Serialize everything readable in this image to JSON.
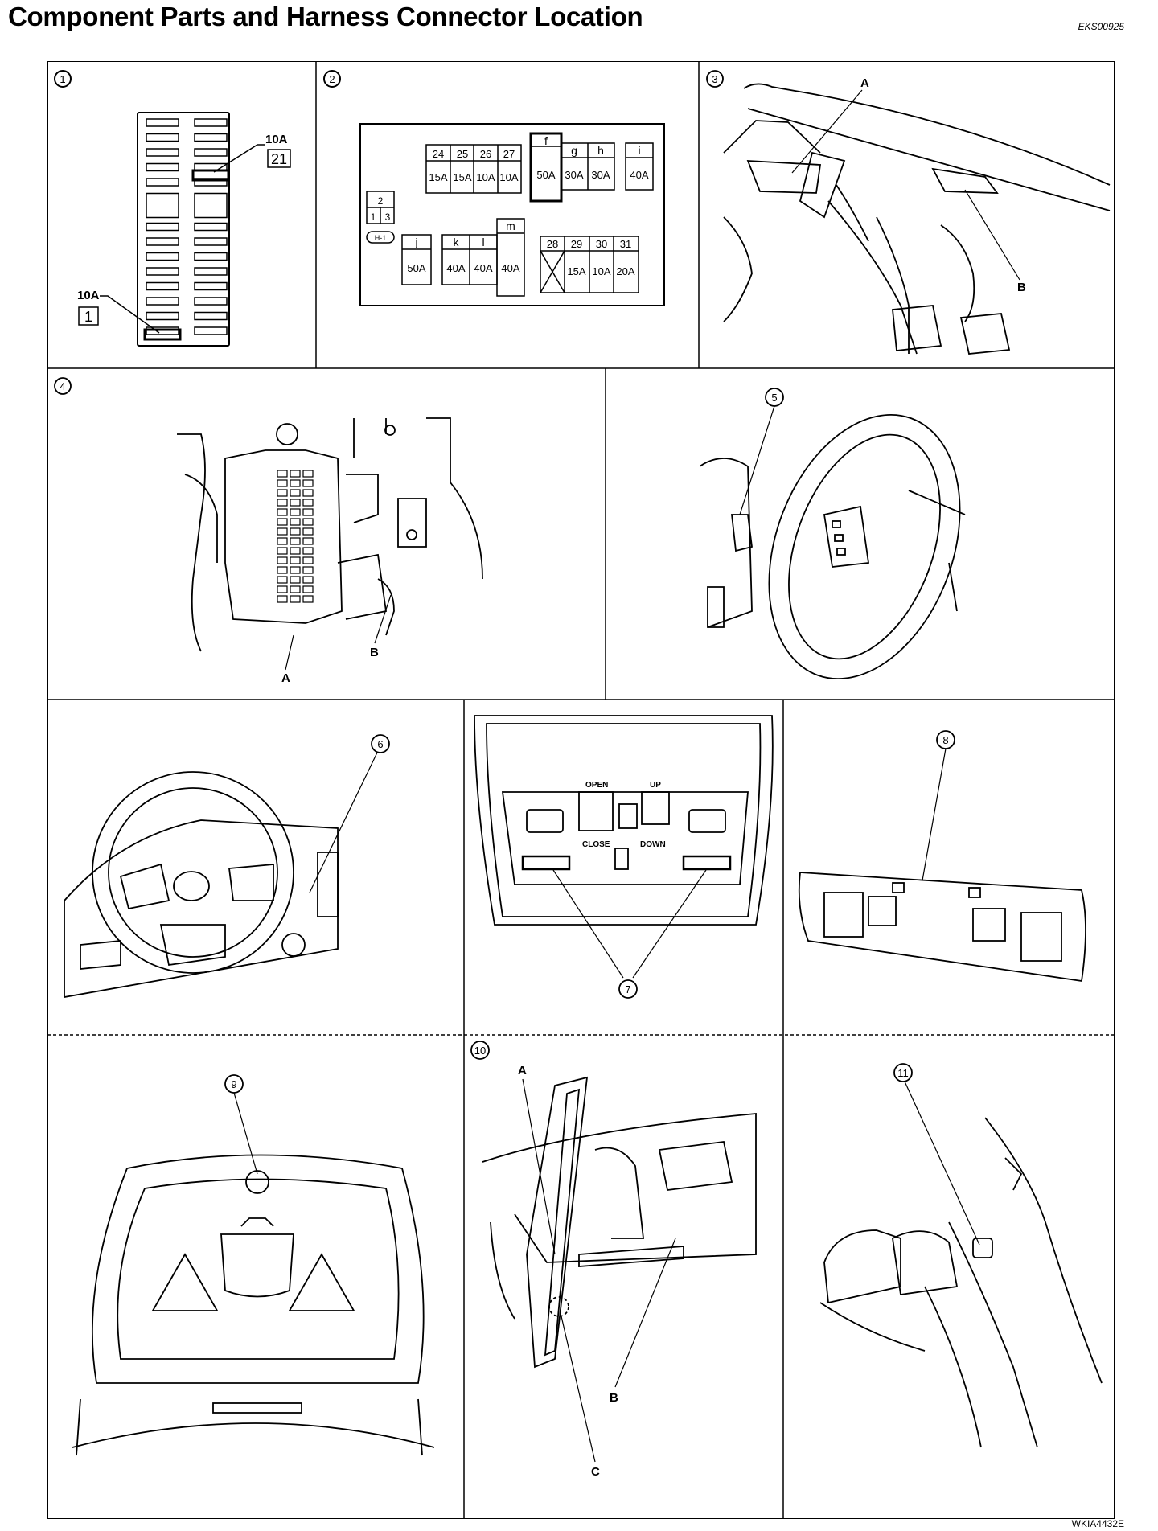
{
  "header": {
    "title": "Component Parts and Harness Connector Location",
    "code": "EKS00925"
  },
  "figure_code": "WKIA4432E",
  "panels": [
    {
      "num": "1",
      "labels": {
        "fuse_top": "10A",
        "fuse_top_num": "21",
        "fuse_bottom": "10A",
        "fuse_bottom_num": "1"
      }
    },
    {
      "num": "2",
      "top_nums": [
        "24",
        "25",
        "26",
        "27"
      ],
      "top_amps": [
        "15A",
        "15A",
        "10A",
        "10A"
      ],
      "big": [
        {
          "letter": "f",
          "amp": "50A"
        },
        {
          "letter": "g",
          "amp": "30A"
        },
        {
          "letter": "h",
          "amp": "30A"
        },
        {
          "letter": "i",
          "amp": "40A"
        }
      ],
      "small_relay": [
        "2",
        "1",
        "3"
      ],
      "relay_name": "H-1",
      "lower": [
        {
          "letter": "j",
          "amp": "50A"
        },
        {
          "letter": "k",
          "amp": "40A"
        },
        {
          "letter": "l",
          "amp": "40A"
        },
        {
          "letter": "m",
          "amp": "40A"
        }
      ],
      "right_nums": [
        "28",
        "29",
        "30",
        "31"
      ],
      "right_amps": [
        "15A",
        "10A",
        "20A"
      ]
    },
    {
      "num": "3",
      "labels": [
        "A",
        "B"
      ]
    },
    {
      "num": "4",
      "labels": [
        "A",
        "B"
      ]
    },
    {
      "num": "5"
    },
    {
      "num": "6"
    },
    {
      "num": "7",
      "labels": {
        "open": "OPEN",
        "close": "CLOSE",
        "up": "UP",
        "down": "DOWN"
      }
    },
    {
      "num": "8"
    },
    {
      "num": "9"
    },
    {
      "num": "10",
      "labels": [
        "A",
        "B",
        "C"
      ]
    },
    {
      "num": "11"
    }
  ]
}
